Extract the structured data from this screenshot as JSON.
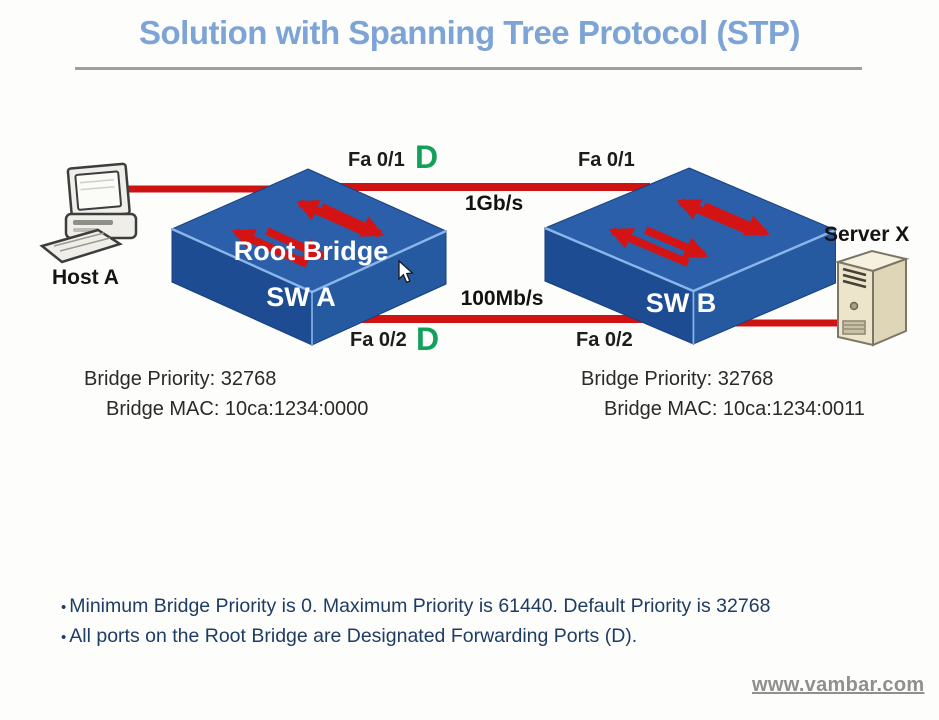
{
  "title": "Solution with Spanning Tree Protocol (STP)",
  "diagram": {
    "host_a": {
      "label": "Host A"
    },
    "server_x": {
      "label": "Server X"
    },
    "switch_a": {
      "role_label": "Root Bridge",
      "name": "SW A",
      "port_top": "Fa 0/1",
      "port_top_state": "D",
      "port_bottom": "Fa 0/2",
      "port_bottom_state": "D",
      "bridge_priority": "Bridge Priority: 32768",
      "bridge_mac": "Bridge MAC: 10ca:1234:0000"
    },
    "switch_b": {
      "name": "SW B",
      "port_top": "Fa 0/1",
      "port_bottom": "Fa 0/2",
      "bridge_priority": "Bridge Priority: 32768",
      "bridge_mac": "Bridge MAC: 10ca:1234:0011"
    },
    "link_top_speed": "1Gb/s",
    "link_bottom_speed": "100Mb/s"
  },
  "notes": {
    "bullet_char": "•",
    "items": [
      "Minimum Bridge Priority is 0. Maximum Priority is 61440. Default Priority is 32768",
      "All ports on the Root Bridge are Designated Forwarding Ports (D)."
    ]
  },
  "footer": {
    "website": "www.vambar.com"
  },
  "colors": {
    "title_blue": "#7da4d6",
    "designated_green": "#12a05a",
    "link_red": "#cf1212",
    "switch_blue_top": "#2c5fa9",
    "switch_blue_front": "#1e4c92",
    "notes_navy": "#1e3c64",
    "footer_gray": "#8f8f8f"
  }
}
